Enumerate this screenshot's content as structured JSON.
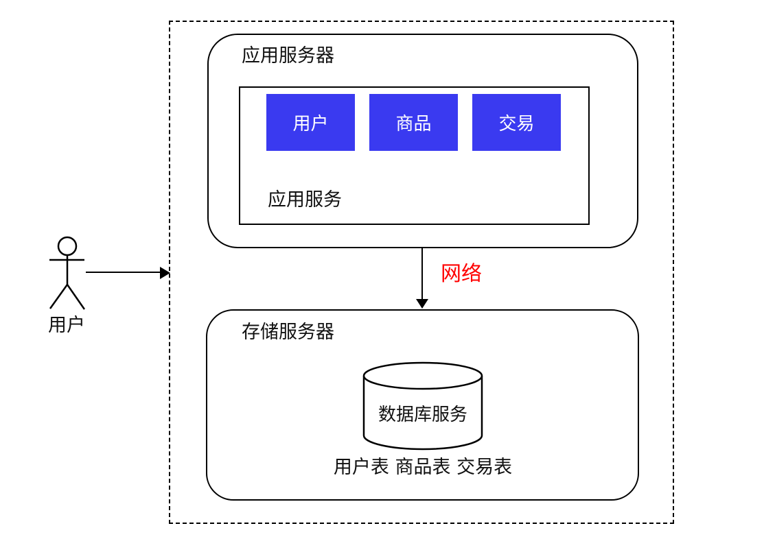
{
  "colors": {
    "stroke": "#000000",
    "background": "#ffffff",
    "service_fill": "#3a3af0",
    "service_text": "#ffffff",
    "network_text": "#ff0000",
    "label_text": "#111111"
  },
  "actor": {
    "label": "用户"
  },
  "app_server": {
    "title": "应用服务器",
    "services_container_label": "应用服务",
    "services": [
      {
        "label": "用户"
      },
      {
        "label": "商品"
      },
      {
        "label": "交易"
      }
    ]
  },
  "connection": {
    "label": "网络"
  },
  "storage_server": {
    "title": "存储服务器",
    "database_label": "数据库服务",
    "tables_label": "用户表 商品表 交易表"
  }
}
